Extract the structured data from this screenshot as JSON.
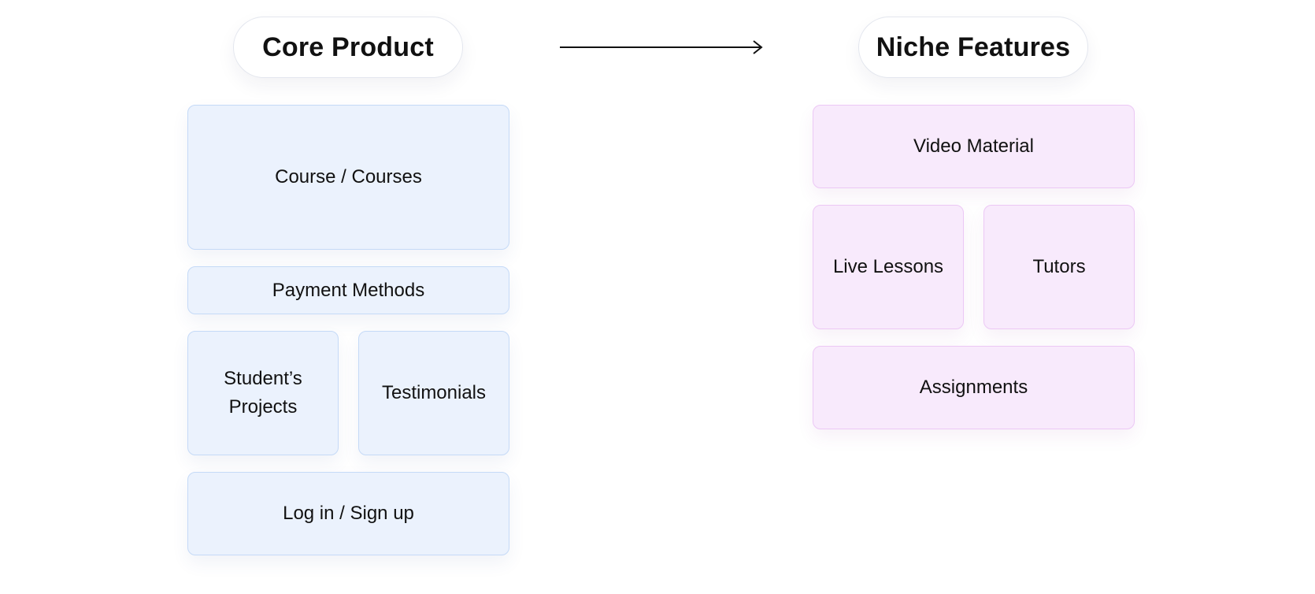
{
  "diagram": {
    "core": {
      "title": "Core Product",
      "items": {
        "courses": "Course / Courses",
        "payment": "Payment Methods",
        "projects": "Student’s Projects",
        "testimonials": "Testimonials",
        "login": "Log in / Sign up"
      }
    },
    "niche": {
      "title": "Niche Features",
      "items": {
        "video": "Video Material",
        "live": "Live Lessons",
        "tutors": "Tutors",
        "assignments": "Assignments"
      }
    },
    "colors": {
      "core_fill": "#ebf2fd",
      "core_border": "#c5daf7",
      "niche_fill": "#f8eafc",
      "niche_border": "#ecc8f5",
      "arrow": "#111111"
    }
  }
}
